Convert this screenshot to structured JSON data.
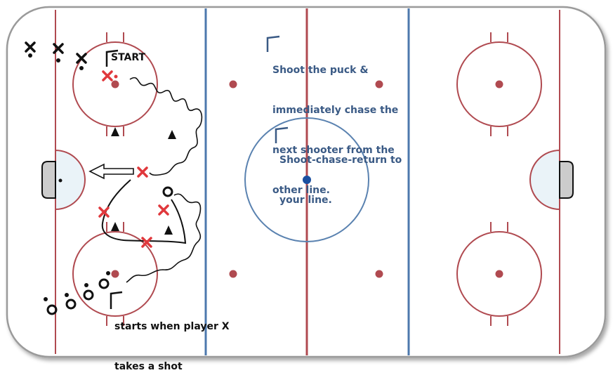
{
  "annotations": {
    "start": "START",
    "shoot_chase": [
      "Shoot the puck &",
      "immediately chase the",
      "next shooter from the",
      "other line."
    ],
    "shoot_return": [
      "Shoot-chase-return to",
      "your line."
    ],
    "starts_when": [
      "starts when player X",
      "takes a shot"
    ]
  },
  "colors": {
    "red_line": "#b04a50",
    "blue_line": "#4d78ad",
    "center_circle": "#5a82b0",
    "center_dot": "#1a4fa0",
    "player_x_red": "#e0383c",
    "goal_crease": "#eaf3f8",
    "text_blue": "#3a5a85"
  },
  "icons": [
    "player-x-icon",
    "player-o-icon",
    "cone-icon",
    "puck-path-arrow-icon",
    "skating-path",
    "shot-arrow-icon"
  ]
}
